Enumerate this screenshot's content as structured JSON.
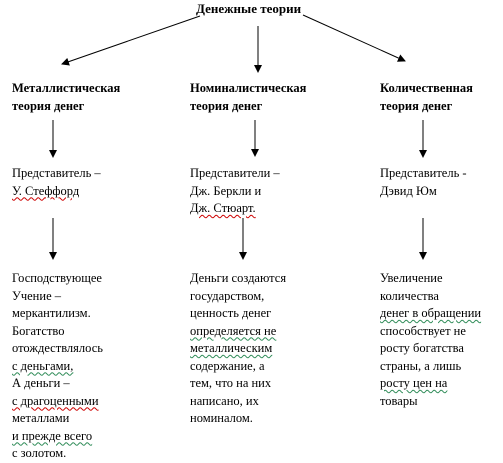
{
  "root": {
    "title": "Денежные теории"
  },
  "columns": [
    {
      "heading": [
        "Металлистическая",
        "теория денег"
      ],
      "representative": [
        "Представитель –",
        "У. Стеффорд"
      ],
      "description": [
        "Господствующее",
        "Учение –",
        "меркантилизм.",
        "Богатство",
        "отождествлялось",
        "с деньгами,",
        "А деньги –",
        "с драгоценными",
        "металлами",
        "и прежде всего",
        "с золотом."
      ]
    },
    {
      "heading": [
        "Номиналистическая",
        "теория денег"
      ],
      "representative": [
        "Представители –",
        "Дж. Беркли и",
        "Дж. Стюарт."
      ],
      "description": [
        "Деньги создаются",
        "государством,",
        "ценность денег",
        "определяется не",
        "металлическим",
        "содержание, а",
        "тем, что на них",
        "написано, их",
        "номиналом."
      ]
    },
    {
      "heading": [
        "Количественная",
        "теория денег"
      ],
      "representative": [
        "Представитель -",
        "Дэвид Юм"
      ],
      "description": [
        "Увеличение",
        "количества",
        "денег в обращении",
        "способствует не",
        "росту богатства",
        "страны, а лишь",
        "росту цен на",
        "товары"
      ]
    }
  ]
}
